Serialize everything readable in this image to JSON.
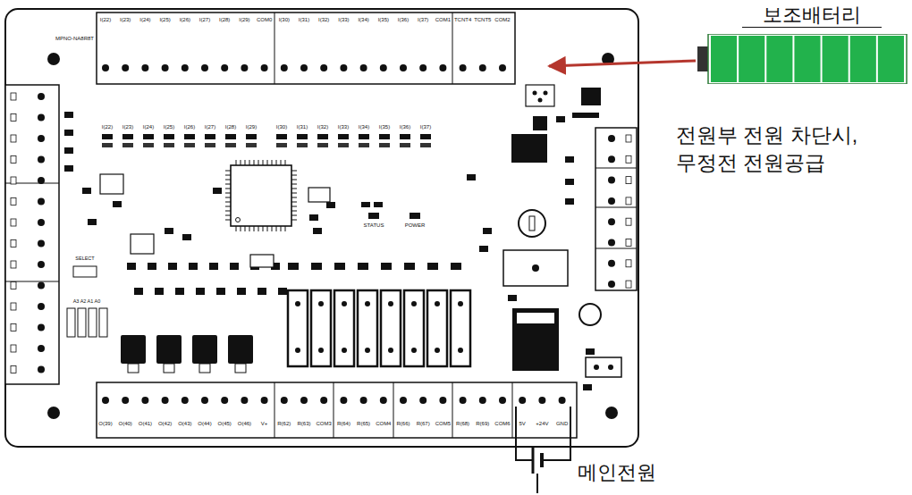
{
  "diagram": {
    "nodes": [
      {
        "text": [
          "보조배터리"
        ]
      }
    ],
    "labels": [
      "MPNO-NA8R8T",
      "I(22)",
      "I(23)",
      "I(24)",
      "I(25)",
      "I(26)",
      "I(27)",
      "I(28)",
      "I(29)",
      "COM0",
      "I(30)",
      "I(31)",
      "I(32)",
      "I(33)",
      "I(34)",
      "I(35)",
      "I(36)",
      "I(37)",
      "COM1",
      "TCNT4",
      "TCNT5",
      "COM2",
      "O(39)",
      "O(40)",
      "O(41)",
      "O(42)",
      "O(43)",
      "O(44)",
      "O(45)",
      "O(46)",
      "V+",
      "R(62)",
      "R(63)",
      "COM3",
      "R(64)",
      "R(65)",
      "COM4",
      "R(66)",
      "R(67)",
      "COM5",
      "R(68)",
      "R(69)",
      "COM6",
      "5V",
      "+24V",
      "GND",
      "I(22)",
      "I(23)",
      "I(24)",
      "I(25)",
      "I(26)",
      "I(27)",
      "I(28)",
      "I(29)",
      "I(30)",
      "I(31)",
      "I(32)",
      "I(33)",
      "I(34)",
      "I(35)",
      "I(36)",
      "I(37)",
      "STATUS",
      "POWER",
      "SELECT",
      "A3 A2 A1 A0",
      "전원부 전원 차단시, 무정전 전원공급",
      "메인전원"
    ]
  }
}
